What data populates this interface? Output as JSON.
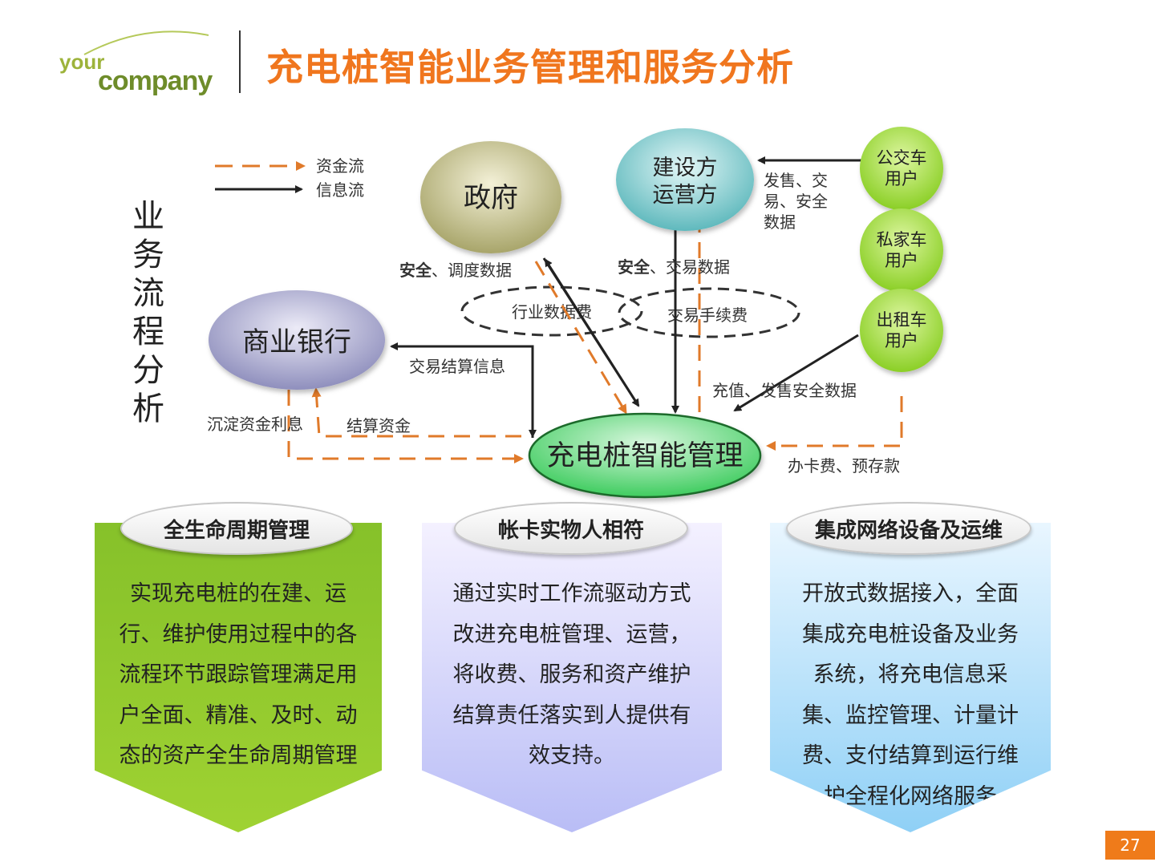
{
  "logo": {
    "line1": "your",
    "line2": "company"
  },
  "title": "充电桩智能业务管理和服务分析",
  "side_title": "业务流程分析",
  "legend": {
    "money_flow": "资金流",
    "info_flow": "信息流"
  },
  "nodes": {
    "government": "政府",
    "builder_line1": "建设方",
    "builder_line2": "运营方",
    "bank": "商业银行",
    "center": "充电桩智能管理",
    "bus_line1": "公交车",
    "bus_line2": "用户",
    "private_line1": "私家车",
    "private_line2": "用户",
    "taxi_line1": "出租车",
    "taxi_line2": "用户",
    "industry_fee": "行业数据费",
    "trade_fee": "交易手续费"
  },
  "labels": {
    "sale_trade_1": "发售、交",
    "sale_trade_2": "易、安全",
    "sale_trade_3": "数据",
    "safety_dispatch_bold": "安全",
    "safety_dispatch_rest": "、调度数据",
    "safety_trade_bold": "安全",
    "safety_trade_rest": "、交易数据",
    "settlement_info": "交易结算信息",
    "deposit_interest": "沉淀资金利息",
    "settlement_funds": "结算资金",
    "recharge": "充值、发售安全数据",
    "card_fee": "办卡费、预存款"
  },
  "cards": [
    {
      "title": "全生命周期管理",
      "lines": [
        "实现充电桩的在建、运",
        "行、维护使用过程中的各",
        "流程环节跟踪管理满足用",
        "户全面、精准、及时、动",
        "态的资产全生命周期管理"
      ]
    },
    {
      "title": "帐卡实物人相符",
      "lines": [
        "通过实时工作流驱动方式",
        "改进充电桩管理、运营，",
        "将收费、服务和资产维护",
        "结算责任落实到人提供有",
        "效支持。"
      ]
    },
    {
      "title": "集成网络设备及运维",
      "lines": [
        "开放式数据接入，全面",
        "集成充电桩设备及业务",
        "系统，将充电信息采",
        "集、监控管理、计量计",
        "费、支付结算到运行维",
        "护全程化网络服务"
      ]
    }
  ],
  "page_number": "27",
  "colors": {
    "title": "#f0761e",
    "money_flow": "#e07a2a",
    "info_flow": "#222222",
    "page_badge": "#ef7b1a"
  }
}
